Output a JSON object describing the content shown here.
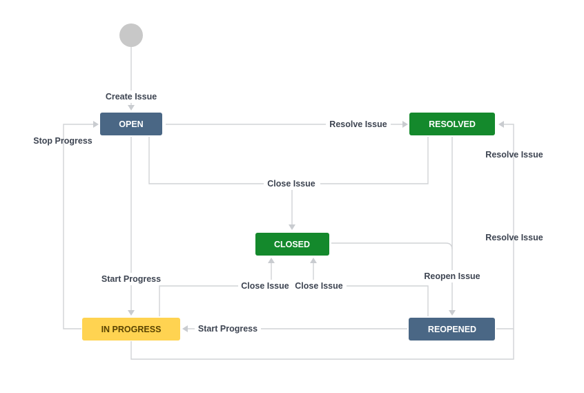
{
  "colors": {
    "open": "#4a6785",
    "resolved": "#14892c",
    "closed": "#14892c",
    "in_progress": "#ffd351",
    "reopened": "#4a6785",
    "start": "#c8c8c8",
    "node_text_light": "#ffffff",
    "node_text_dark": "#594300"
  },
  "statuses": {
    "open": "OPEN",
    "resolved": "RESOLVED",
    "closed": "CLOSED",
    "in_progress": "IN PROGRESS",
    "reopened": "REOPENED"
  },
  "transitions": {
    "create_issue": "Create Issue",
    "resolve_issue_open": "Resolve Issue",
    "stop_progress": "Stop Progress",
    "close_issue_top": "Close Issue",
    "start_progress_open": "Start Progress",
    "close_issue_in_progress": "Close Issue",
    "close_issue_reopened": "Close Issue",
    "reopen_issue": "Reopen Issue",
    "start_progress_reopened": "Start Progress",
    "resolve_issue_reopened": "Resolve Issue",
    "resolve_issue_in_progress": "Resolve Issue"
  }
}
